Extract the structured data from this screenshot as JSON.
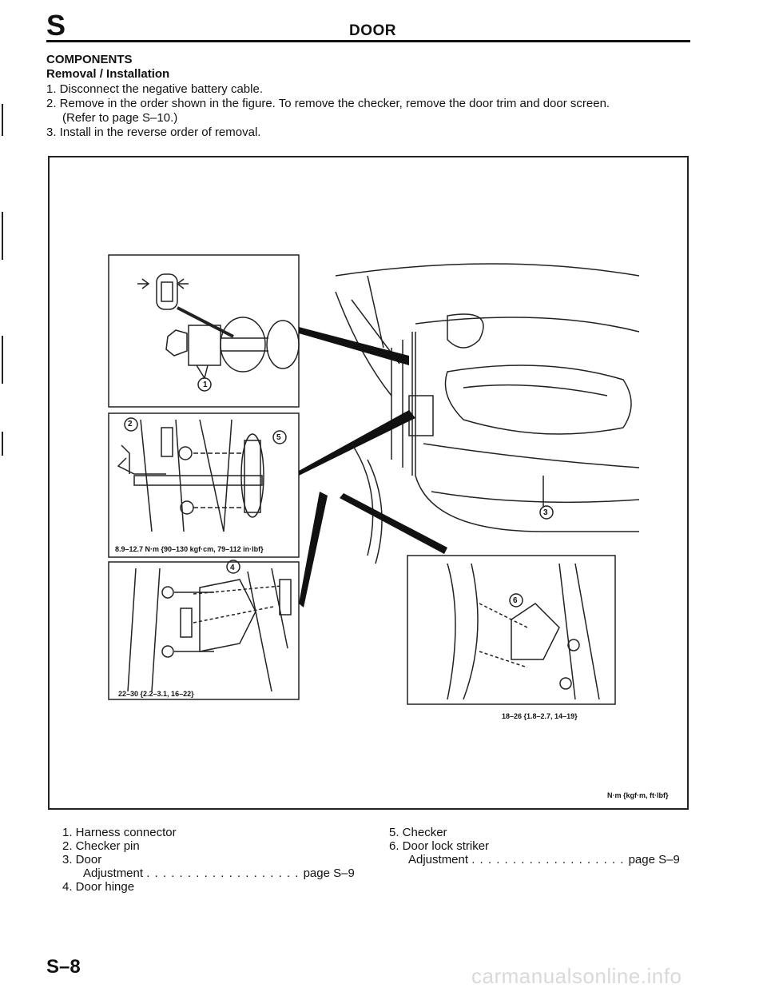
{
  "header": {
    "section_letter": "S",
    "title": "DOOR"
  },
  "intro": {
    "heading": "COMPONENTS",
    "subheading": "Removal / Installation",
    "steps": [
      "1. Disconnect the negative battery cable.",
      "2. Remove in the order shown in the figure. To remove the checker, remove the door trim and door screen.",
      "(Refer to page S–10.)",
      "3. Install in the reverse order of removal."
    ]
  },
  "figure": {
    "torque_checker": "8.9–12.7 N·m {90–130 kgf·cm, 79–112 in·lbf}",
    "torque_hinge": "22–30 {2.2–3.1, 16–22}",
    "torque_striker": "18–26 {1.8–2.7, 14–19}",
    "units": "N·m {kgf·m, ft·lbf}",
    "callouts": [
      "1",
      "2",
      "3",
      "4",
      "5",
      "6"
    ]
  },
  "legend": {
    "left": [
      "1. Harness connector",
      "2. Checker pin",
      "3. Door"
    ],
    "door_adjustment_label": "Adjustment",
    "door_adjustment_ref": "page S–9",
    "item4": "4. Door hinge",
    "right": [
      "5. Checker",
      "6. Door lock striker"
    ],
    "striker_adjustment_label": "Adjustment",
    "striker_adjustment_ref": "page S–9"
  },
  "footer": {
    "page_number": "S–8",
    "watermark": "carmanualsonline.info"
  }
}
